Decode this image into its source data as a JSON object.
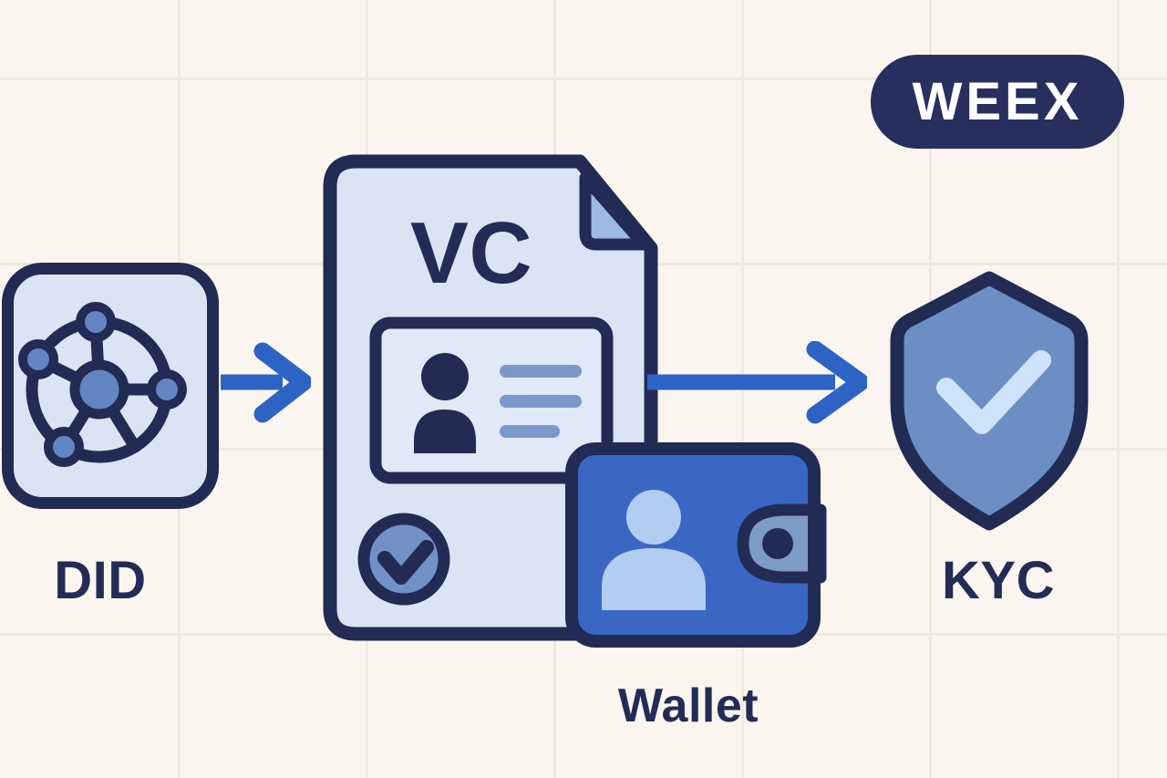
{
  "brand": {
    "label": "WEEX"
  },
  "diagram": {
    "type": "flow",
    "description": "Identity verification flow from DID to VC credential stored in Wallet to KYC check",
    "nodes": {
      "did": {
        "label": "DID",
        "icon": "network-nodes-icon"
      },
      "vc": {
        "label": "VC",
        "icon": "credential-document-icon",
        "badge_icon": "check-circle-icon"
      },
      "wallet": {
        "label": "Wallet",
        "icon": "wallet-user-icon"
      },
      "kyc": {
        "label": "KYC",
        "icon": "shield-check-icon"
      }
    },
    "arrows": [
      {
        "from": "DID",
        "to": "VC"
      },
      {
        "from": "VC",
        "to": "KYC"
      }
    ]
  },
  "colors": {
    "background": "#faf6ef",
    "grid_line": "#edeae1",
    "navy": "#222b54",
    "badge_navy": "#262f5e",
    "arrow_blue": "#2e63c6",
    "panel_light_blue": "#d9e4f5",
    "card_light_blue": "#dfe9f8",
    "fold_blue": "#9dbae3",
    "node_blue": "#6385c3",
    "check_circle_blue": "#7191c7",
    "card_line_blue": "#7b98c9",
    "wallet_blue": "#3a67c3",
    "wallet_person_blue": "#b3cdf2",
    "clasp_blue": "#7e9ac7",
    "shield_blue": "#6d8ec5",
    "shield_check_light": "#cfe3fb",
    "label_text": "#232c56",
    "brand_text": "#ffffff"
  }
}
